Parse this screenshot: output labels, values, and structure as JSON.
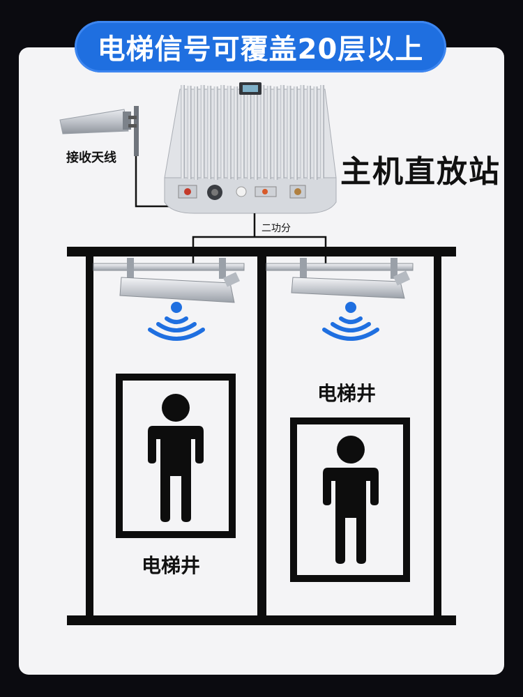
{
  "banner": {
    "text": "电梯信号可覆盖20层以上"
  },
  "labels": {
    "antenna": "接收天线",
    "host": "主机直放站",
    "splitter": "二功分",
    "shaft_left": "电梯井",
    "shaft_right": "电梯井"
  },
  "colors": {
    "background": "#0b0b10",
    "card": "#f4f4f6",
    "banner": "#1f6fe0",
    "signal": "#1f6fe0",
    "line": "#111111"
  },
  "icons": {
    "antenna": "panel-antenna-icon",
    "repeater": "repeater-unit-icon",
    "indoor_antenna": "ceiling-antenna-icon",
    "signal": "wifi-signal-icon",
    "person": "person-icon"
  }
}
